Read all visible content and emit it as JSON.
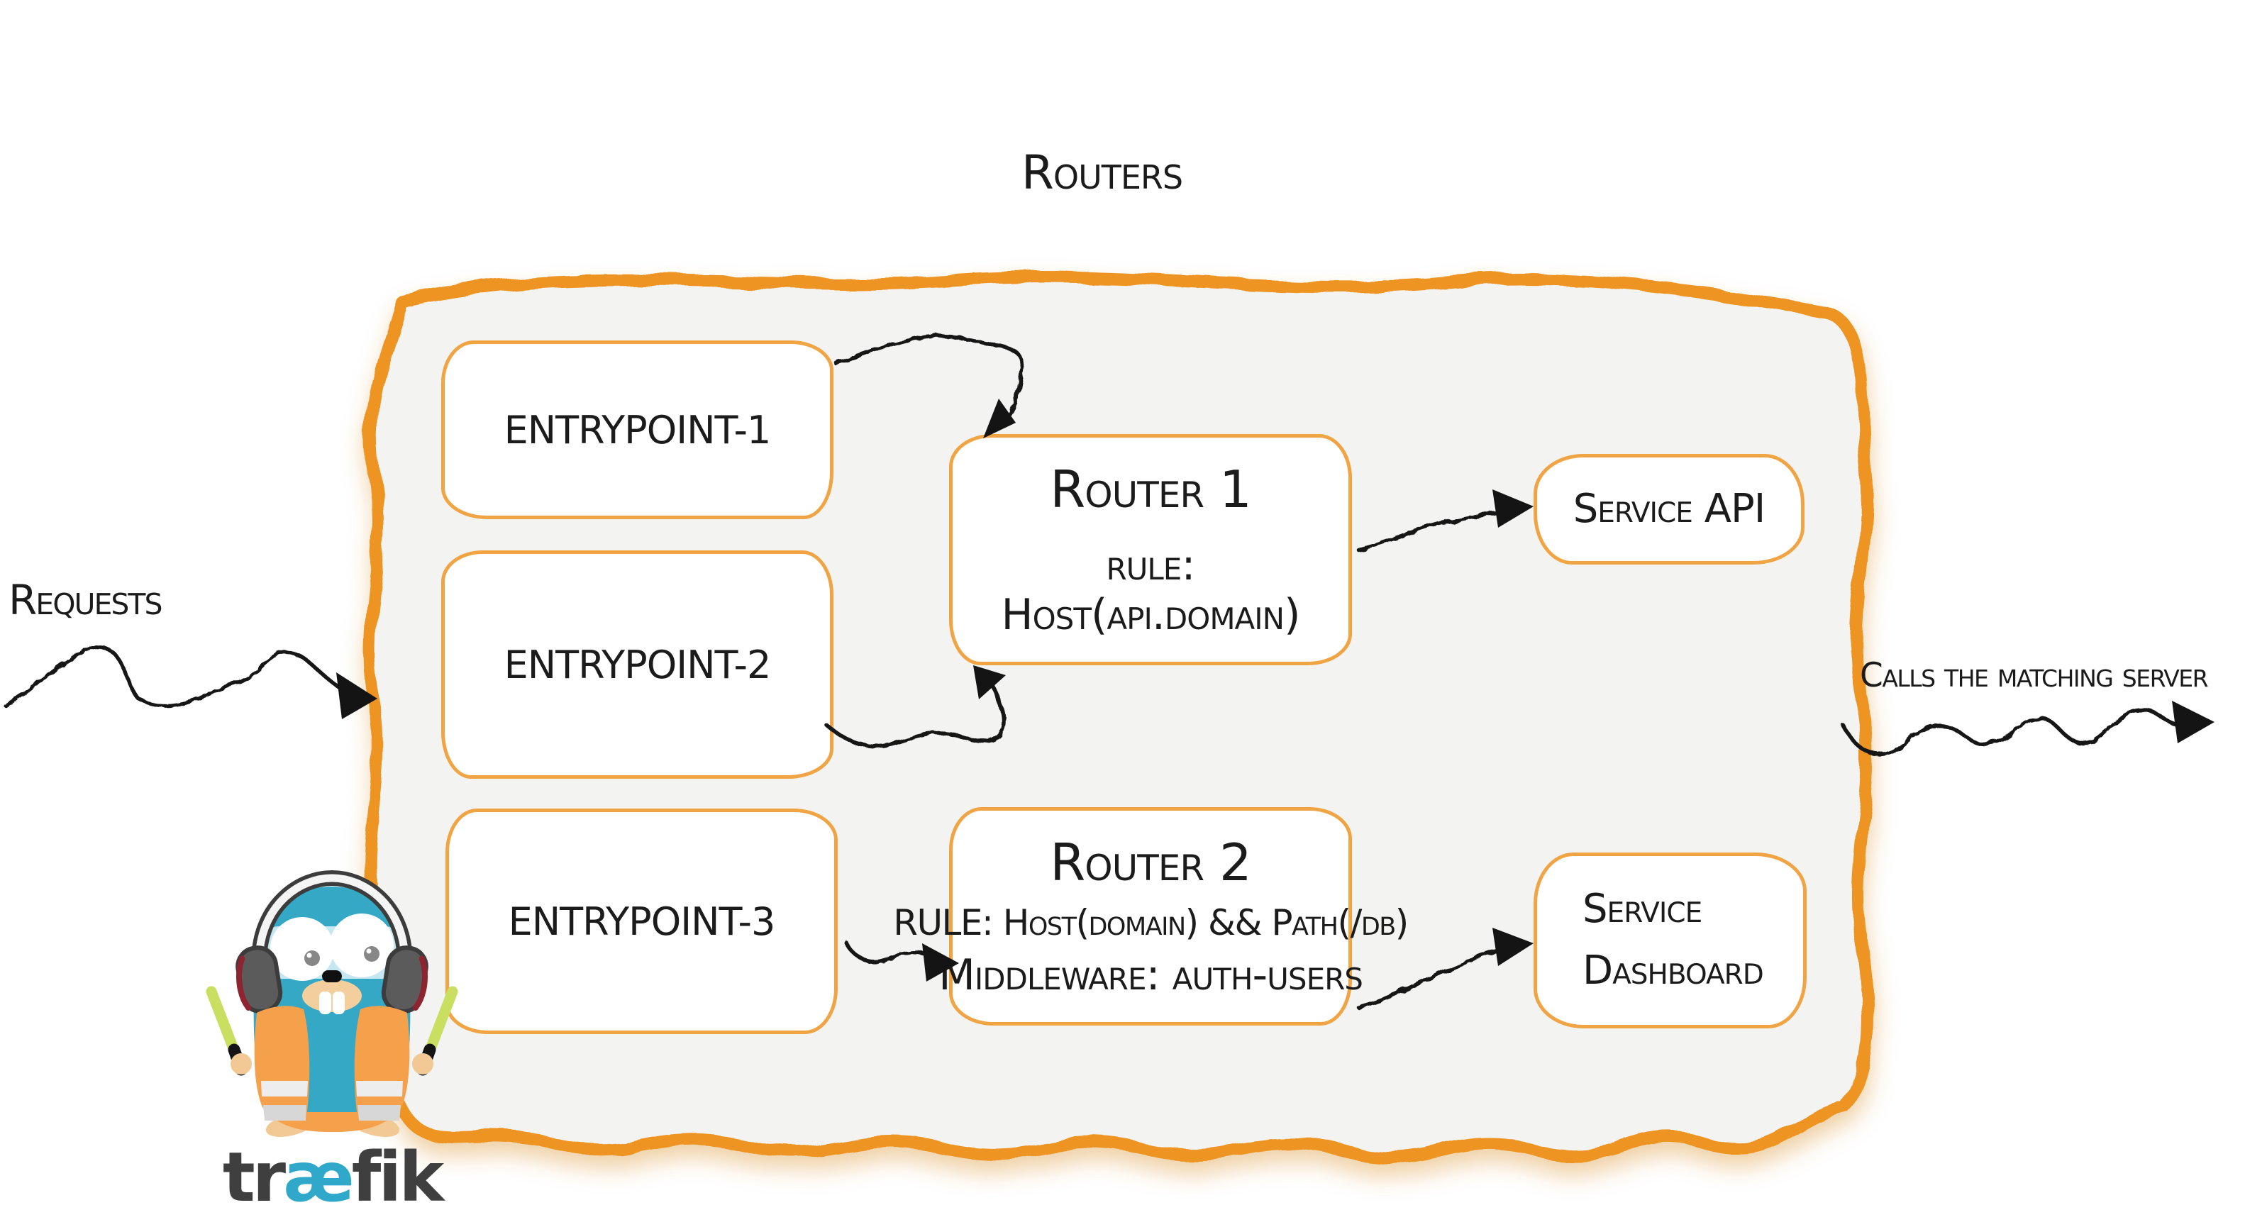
{
  "title": "Routers",
  "annotations": {
    "requests": "Requests",
    "calls_matching": "Calls the matching server"
  },
  "entrypoints": [
    {
      "label": "entrypoint-1"
    },
    {
      "label": "entrypoint-2"
    },
    {
      "label": "entrypoint-3"
    }
  ],
  "routers": [
    {
      "name": "Router 1",
      "rule": "rule: Host(api.domain)"
    },
    {
      "name": "Router 2",
      "rule": "RULE: Host(domain) && Path(/db)",
      "middleware": "Middleware: auth-users"
    }
  ],
  "services": [
    {
      "label": "Service API"
    },
    {
      "label": "Service Dashboard"
    }
  ],
  "logo": {
    "wordmark_pre": "tr",
    "wordmark_mid": "æ",
    "wordmark_post": "fik"
  },
  "colors": {
    "container_border": "#ED9422",
    "node_border": "#F0A443",
    "container_fill": "#F3F3F2",
    "arrow_black": "#141414",
    "brand_blue": "#35A8C6",
    "brand_orange": "#F5A04B",
    "wordmark_gray": "#3F3F3F"
  }
}
